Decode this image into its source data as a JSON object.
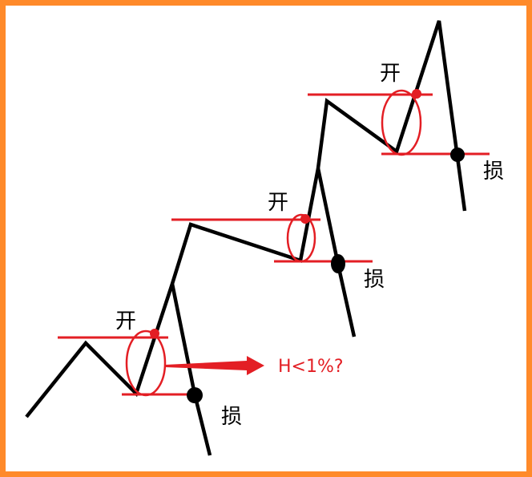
{
  "labels": {
    "open": "开",
    "stop": "损"
  },
  "annotation": {
    "text": "H<1%?"
  },
  "colors": {
    "border": "#ff8a2a",
    "price_line": "#000000",
    "level_line": "#e31e24",
    "ellipse": "#e31e24",
    "entry_dot": "#e31e24",
    "stop_dot": "#000000",
    "annotation": "#e31e24"
  }
}
